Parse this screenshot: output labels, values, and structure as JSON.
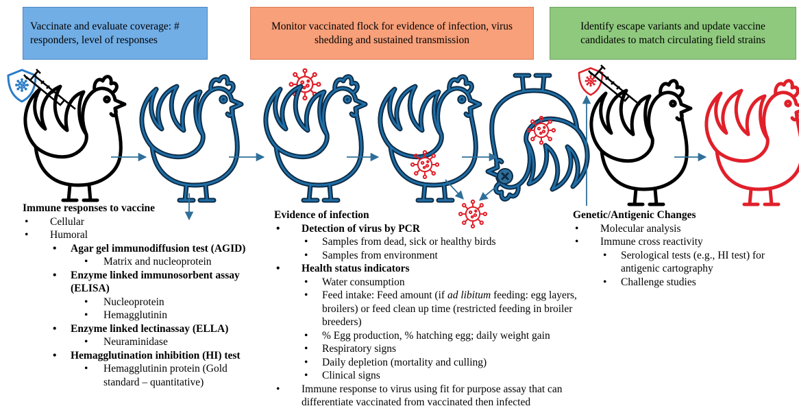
{
  "stage_boxes": {
    "vaccinate": "Vaccinate and evaluate coverage: # responders, level of responses",
    "monitor": "Monitor vaccinated flock for evidence of infection, virus shedding and sustained transmission",
    "identify": "Identify escape variants and update vaccine candidates to match circulating field strains"
  },
  "colors": {
    "vaccinate_box": "#72aee6",
    "monitor_box": "#f8a07a",
    "identify_box": "#8fc97e",
    "outline_dark": "#0d2b45",
    "vaccinated_bird": "#0d5a8c",
    "infected_bird": "#e0202a",
    "arrow": "#2f6f9a"
  },
  "icons": [
    "shield-virus-icon",
    "syringe-icon",
    "chicken-icon",
    "virus-icon",
    "cross-marker-icon"
  ],
  "immune": {
    "heading": "Immune responses to vaccine",
    "items": [
      {
        "level": 1,
        "text": "Cellular",
        "bold": false
      },
      {
        "level": 1,
        "text": "Humoral",
        "bold": false
      },
      {
        "level": 2,
        "text": "Agar gel immunodiffusion test (AGID)",
        "bold": true
      },
      {
        "level": 3,
        "text": "Matrix and nucleoprotein",
        "bold": false
      },
      {
        "level": 2,
        "text": "Enzyme linked immunosorbent assay (ELISA)",
        "bold": true
      },
      {
        "level": 3,
        "text": "Nucleoprotein",
        "bold": false
      },
      {
        "level": 3,
        "text": "Hemagglutinin",
        "bold": false
      },
      {
        "level": 2,
        "text": "Enzyme linked lectinassay (ELLA)",
        "bold": true
      },
      {
        "level": 3,
        "text": "Neuraminidase",
        "bold": false
      },
      {
        "level": 2,
        "text": "Hemagglutination inhibition (HI)  test",
        "bold": true
      },
      {
        "level": 3,
        "text": "Hemagglutinin protein (Gold standard – quantitative)",
        "bold": false
      }
    ]
  },
  "evidence": {
    "heading": "Evidence of infection",
    "pcr": "Detection of virus by PCR",
    "samples_birds": "Samples from dead, sick or healthy birds",
    "samples_env": "Samples from environment",
    "health": "Health status indicators",
    "water": "Water consumption",
    "feed_a": "Feed intake: Feed amount (if ",
    "feed_italic": "ad libitum",
    "feed_b": " feeding: egg layers, broilers) or feed clean up time (restricted feeding in broiler breeders)",
    "egg": "% Egg production, % hatching egg; daily weight gain",
    "resp": "Respiratory signs",
    "depletion": "Daily depletion (mortality and culling)",
    "clinical": "Clinical signs",
    "immune_resp": "Immune response to virus using fit for purpose assay that can differentiate vaccinated from vaccinated then infected"
  },
  "genetic": {
    "heading": "Genetic/Antigenic Changes",
    "items": [
      {
        "level": 1,
        "text": "Molecular analysis"
      },
      {
        "level": 1,
        "text": "Immune cross reactivity"
      },
      {
        "level": 2,
        "text": "Serological tests (e.g., HI test) for antigenic cartography"
      },
      {
        "level": 2,
        "text": "Challenge studies"
      }
    ]
  }
}
